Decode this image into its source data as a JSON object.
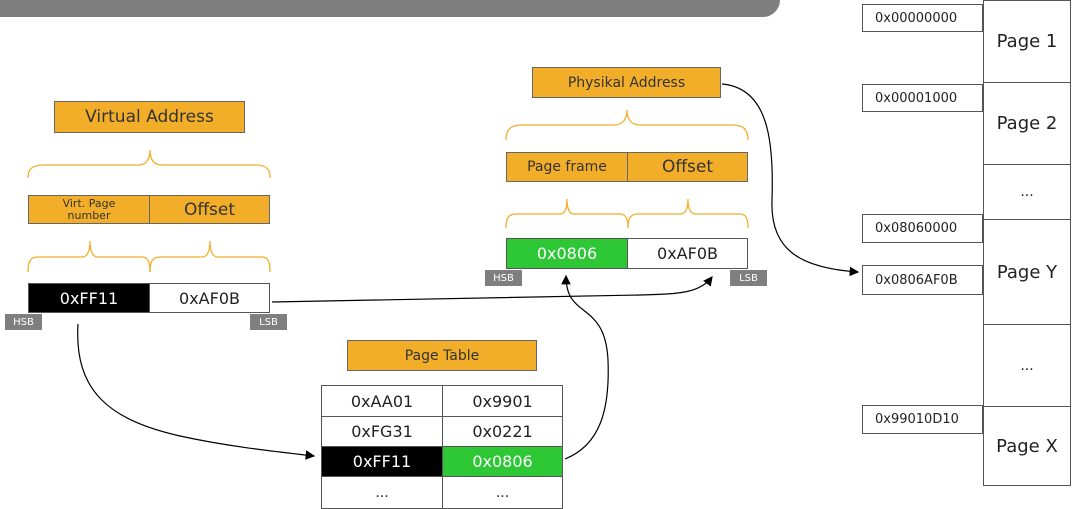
{
  "colors": {
    "accent_orange": "#f2ae29",
    "highlight_green": "#2ec836",
    "highlight_black": "#000000",
    "tag_gray": "#7f7f7f"
  },
  "virtual_address": {
    "title": "Virtual Address",
    "fields": [
      "Virt. Page number",
      "Offset"
    ],
    "page_value": "0xFF11",
    "offset_value": "0xAF0B",
    "hsb": "HSB",
    "lsb": "LSB"
  },
  "physical_address": {
    "title": "Physikal Address",
    "fields": [
      "Page frame",
      "Offset"
    ],
    "frame_value": "0x0806",
    "offset_value": "0xAF0B",
    "hsb": "HSB",
    "lsb": "LSB"
  },
  "page_table": {
    "title": "Page Table",
    "rows": [
      [
        "0xAA01",
        "0x9901"
      ],
      [
        "0xFG31",
        "0x0221"
      ],
      [
        "0xFF11",
        "0x0806"
      ],
      [
        "...",
        "..."
      ]
    ]
  },
  "memory": {
    "addresses": [
      "0x00000000",
      "0x00001000",
      "0x08060000",
      "0x0806AF0B",
      "0x99010D10"
    ],
    "pages": [
      "Page 1",
      "Page 2",
      "...",
      "Page Y",
      "...",
      "Page X"
    ]
  }
}
